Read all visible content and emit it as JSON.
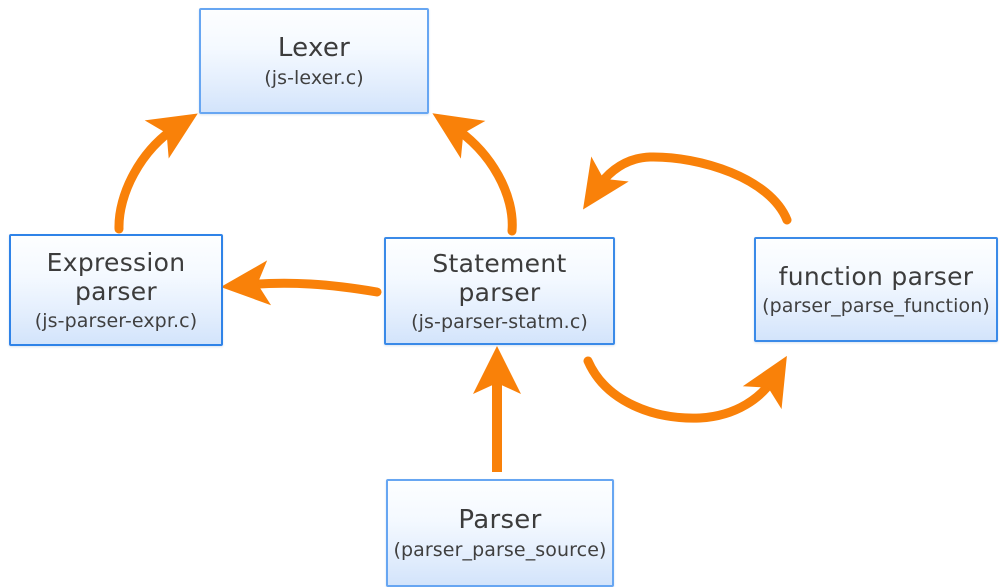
{
  "diagram": {
    "type": "flow-diagram",
    "background_color": "#ffffff",
    "node_border_color": "#3a8ae8",
    "node_fill_top_color": "#fdfeff",
    "node_fill_bottom_color": "#d3e4fb",
    "arrow_color": "#f98109",
    "text_color": "#3c3c3c",
    "nodes": [
      {
        "id": "lexer",
        "title": "Lexer",
        "subtitle": "(js-lexer.c)"
      },
      {
        "id": "expression",
        "title": "Expression\nparser",
        "subtitle": "(js-parser-expr.c)"
      },
      {
        "id": "statement",
        "title": "Statement\nparser",
        "subtitle": "(js-parser-statm.c)"
      },
      {
        "id": "function",
        "title": "function parser",
        "subtitle": "(parser_parse_function)"
      },
      {
        "id": "parser",
        "title": "Parser",
        "subtitle": "(parser_parse_source)"
      }
    ],
    "edges": [
      {
        "id": "expression-to-lexer",
        "from": "expression",
        "to": "lexer",
        "style": "curved",
        "direction": "up-right"
      },
      {
        "id": "statement-to-lexer",
        "from": "statement",
        "to": "lexer",
        "style": "curved",
        "direction": "up-left"
      },
      {
        "id": "statement-to-expression",
        "from": "statement",
        "to": "expression",
        "style": "straight",
        "direction": "left"
      },
      {
        "id": "function-to-statement",
        "from": "function",
        "to": "statement",
        "style": "arc-over",
        "direction": "left"
      },
      {
        "id": "statement-to-function",
        "from": "statement",
        "to": "function",
        "style": "arc-under",
        "direction": "right"
      },
      {
        "id": "parser-to-statement",
        "from": "parser",
        "to": "statement",
        "style": "straight",
        "direction": "up"
      }
    ]
  }
}
